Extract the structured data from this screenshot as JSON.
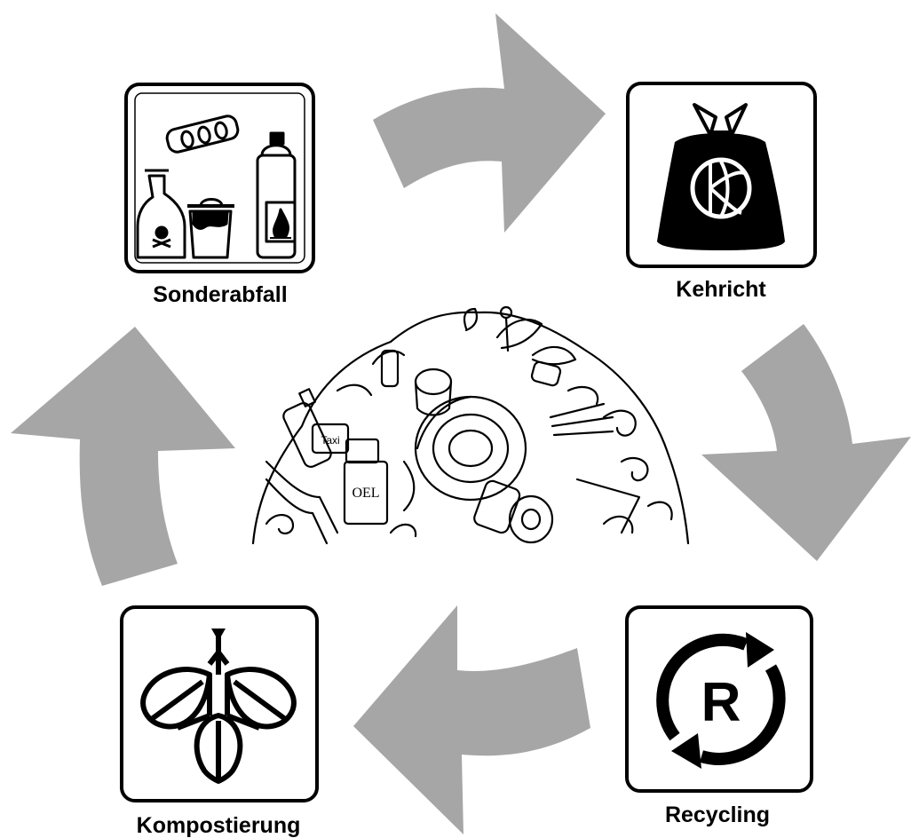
{
  "labels": {
    "sonderabfall": "Sonderabfall",
    "kehricht": "Kehricht",
    "recycling": "Recycling",
    "kompostierung": "Kompostierung"
  },
  "center_illustration_texts": {
    "box_word": "Taxi",
    "oil_word": "OEL"
  },
  "colors": {
    "arrow": "#a6a6a6",
    "outline": "#000000",
    "background": "#ffffff"
  },
  "icons": {
    "sonderabfall": "hazardous-waste-icon",
    "kehricht": "trash-bag-icon",
    "recycling": "recycling-icon",
    "kompostierung": "compost-leaves-icon",
    "center": "garbage-pile-illustration"
  },
  "recycling_letter": "R"
}
